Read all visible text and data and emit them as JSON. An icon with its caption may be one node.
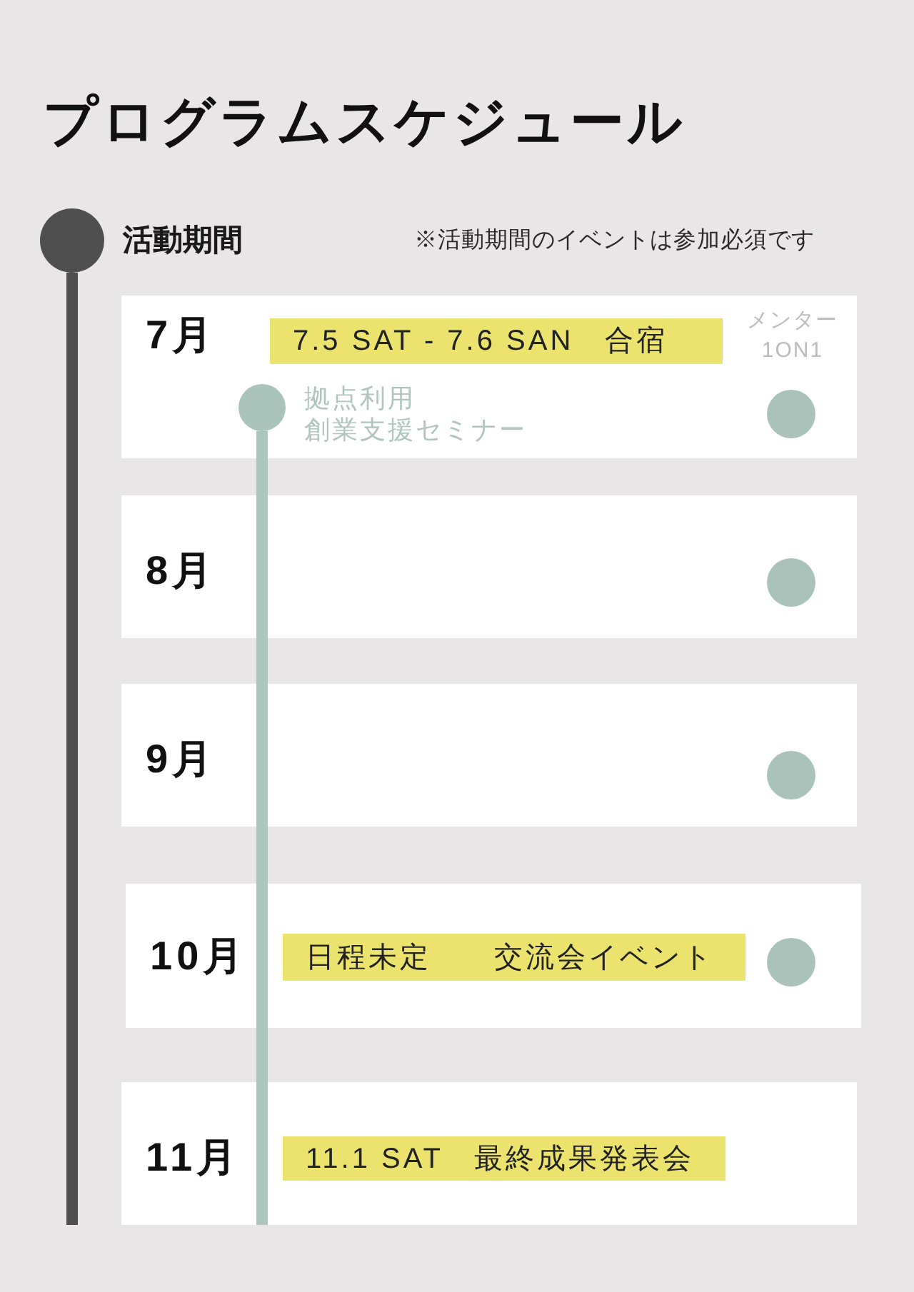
{
  "diagram": {
    "title": "プログラムスケジュール",
    "nodes": [
      {
        "text": [],
        "shape": "circle",
        "beside": [
          "活動期間"
        ]
      },
      {
        "text": [
          "7月"
        ]
      },
      {
        "text": [
          "7.5 SAT - 7.6 SAN　合宿"
        ],
        "in": 1
      },
      {
        "text": [],
        "shape": "circle",
        "in": 1,
        "beside": [
          "拠点利用",
          "創業支援セミナー"
        ]
      },
      {
        "text": [],
        "shape": "circle",
        "in": 1,
        "beside": [
          "メンター 1ON1"
        ]
      },
      {
        "text": [
          "8月"
        ]
      },
      {
        "text": [],
        "shape": "circle",
        "in": 5
      },
      {
        "text": [
          "9月"
        ]
      },
      {
        "text": [],
        "shape": "circle",
        "in": 7
      },
      {
        "text": [
          "10月"
        ]
      },
      {
        "text": [
          "日程未定　　交流会イベント"
        ],
        "in": 9
      },
      {
        "text": [],
        "shape": "circle",
        "in": 9
      },
      {
        "text": [
          "11月"
        ]
      },
      {
        "text": [
          "11.1 SAT　最終成果発表会"
        ],
        "in": 12
      }
    ],
    "edges": [
      {
        "from": 0,
        "to": null,
        "arrow": "none",
        "color": "#4f4f4f"
      },
      {
        "from": 3,
        "to": 12,
        "arrow": "none",
        "color": "#aac6bd"
      }
    ],
    "labels": [
      "※活動期間のイベントは参加必須です"
    ]
  }
}
